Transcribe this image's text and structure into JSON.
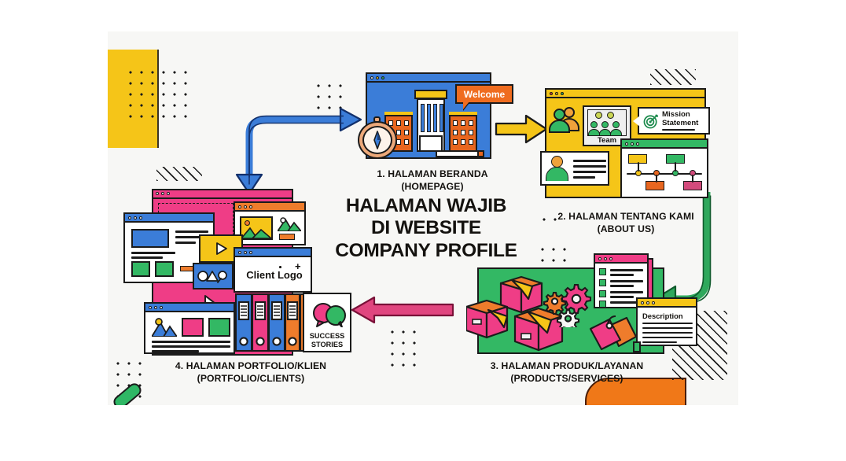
{
  "infographic": {
    "title_line1": "HALAMAN WAJIB",
    "title_line2": "DI WEBSITE",
    "title_line3": "COMPANY PROFILE",
    "background_color": "#f7f7f5",
    "steps": [
      {
        "number": "1.",
        "label_id": "1. HALAMAN BERANDA",
        "label_en": "(HOMEPAGE)",
        "accent_color": "#3b7dd8",
        "callout": "Welcome"
      },
      {
        "number": "2.",
        "label_id": "2. HALAMAN TENTANG KAMI",
        "label_en": "(ABOUT US)",
        "accent_color": "#f5c518",
        "team_caption": "Team",
        "mission_line1": "Mission",
        "mission_line2": "Statement"
      },
      {
        "number": "3.",
        "label_id": "3. HALAMAN PRODUK/LAYANAN",
        "label_en": "(PRODUCTS/SERVICES)",
        "accent_color": "#33b864",
        "description_caption": "Description"
      },
      {
        "number": "4.",
        "label_id": "4. HALAMAN PORTFOLIO/KLIEN",
        "label_en": "(PORTFOLIO/CLIENTS)",
        "accent_color": "#ef3d86",
        "client_logo_caption": "Client Logo",
        "success_line1": "SUCCESS",
        "success_line2": "STORIES"
      }
    ],
    "arrows": [
      {
        "name": "blue-arrow-home-to-portfolio",
        "color": "#3b7dd8"
      },
      {
        "name": "yellow-arrow-home-to-about",
        "color": "#f5c518"
      },
      {
        "name": "green-arrow-about-to-products",
        "color": "#2fa85c"
      },
      {
        "name": "pink-arrow-products-to-portfolio",
        "color": "#e0467f"
      }
    ]
  }
}
